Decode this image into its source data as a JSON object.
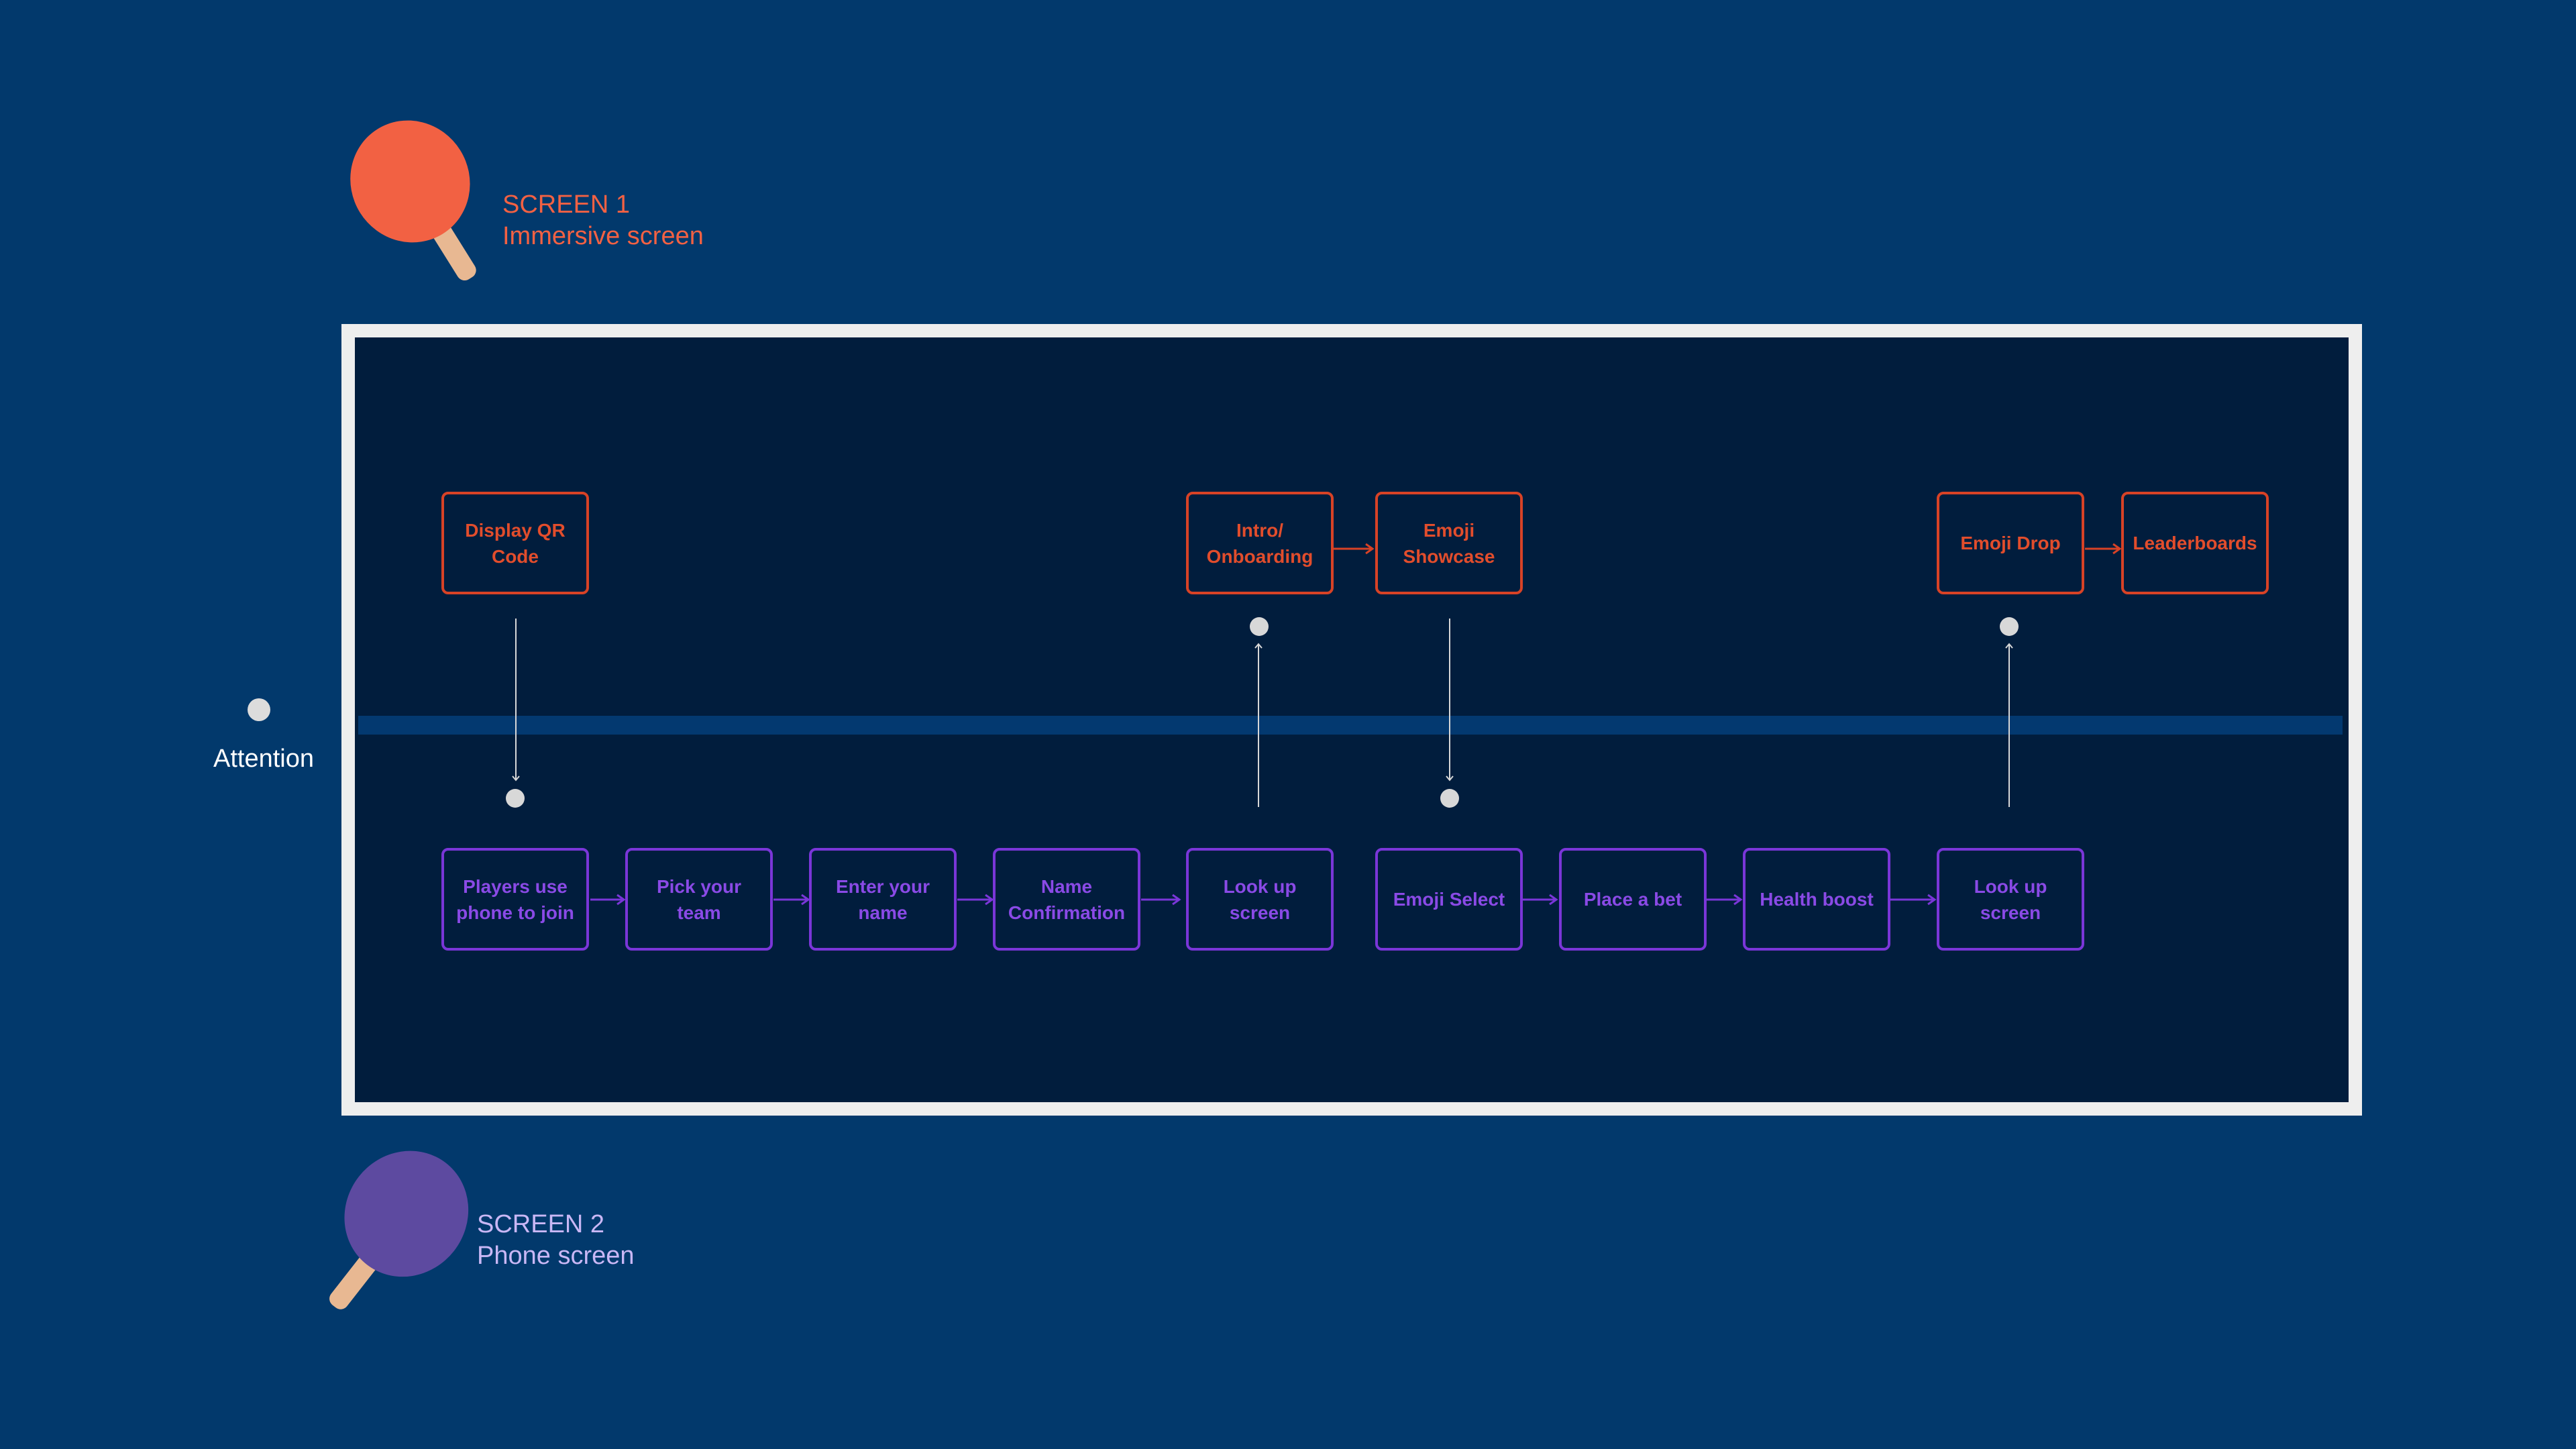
{
  "screen1": {
    "title": "SCREEN 1",
    "subtitle": "Immersive screen",
    "paddle_icon": "paddle-red-icon",
    "color": "#f26143"
  },
  "screen2": {
    "title": "SCREEN 2",
    "subtitle": "Phone screen",
    "paddle_icon": "paddle-purple-icon",
    "color": "#5d4aa0"
  },
  "attention": {
    "label": "Attention"
  },
  "colors": {
    "background": "#02396c",
    "table": "#011d3d",
    "table_border": "#eeeeee",
    "net": "#033970",
    "screen1_node": "#d84226",
    "screen2_node": "#7a36d8"
  },
  "flow": {
    "screen1_nodes": [
      {
        "id": "display-qr",
        "label": "Display QR\nCode"
      },
      {
        "id": "intro",
        "label": "Intro/\nOnboarding"
      },
      {
        "id": "emoji-showcase",
        "label": "Emoji\nShowcase"
      },
      {
        "id": "emoji-drop",
        "label": "Emoji Drop"
      },
      {
        "id": "leaderboards",
        "label": "Leaderboards"
      }
    ],
    "screen2_nodes": [
      {
        "id": "players-join",
        "label": "Players use\nphone to join"
      },
      {
        "id": "pick-team",
        "label": "Pick your\nteam"
      },
      {
        "id": "enter-name",
        "label": "Enter your\nname"
      },
      {
        "id": "name-confirm",
        "label": "Name\nConfirmation"
      },
      {
        "id": "look-up-1",
        "label": "Look up\nscreen"
      },
      {
        "id": "emoji-select",
        "label": "Emoji Select"
      },
      {
        "id": "place-bet",
        "label": "Place a bet"
      },
      {
        "id": "health-boost",
        "label": "Health boost"
      },
      {
        "id": "look-up-2",
        "label": "Look up\nscreen"
      }
    ]
  }
}
